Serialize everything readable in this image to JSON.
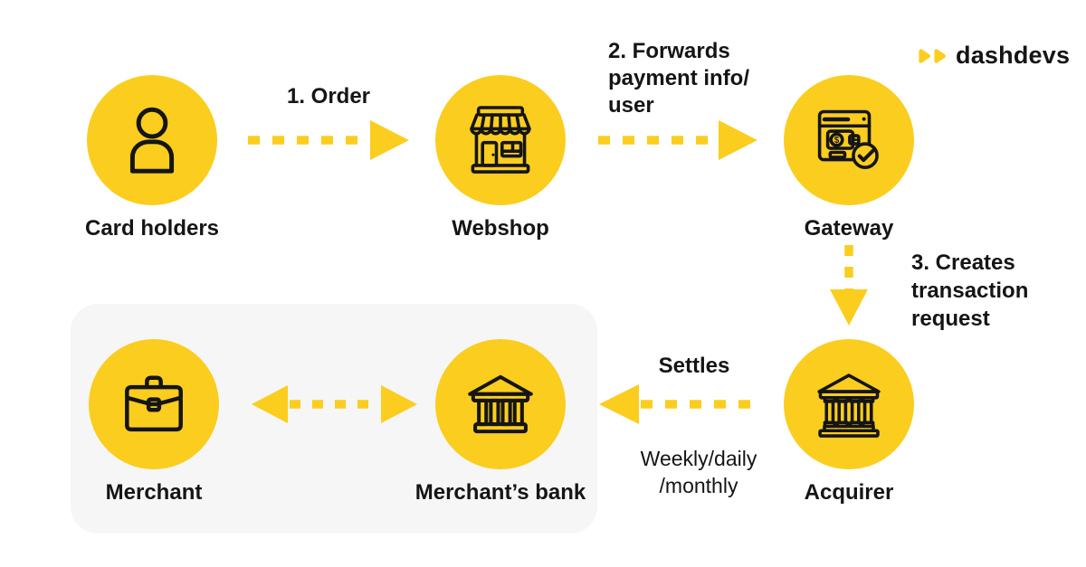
{
  "brand": {
    "name": "dashdevs"
  },
  "colors": {
    "accent_yellow": "#FBCD1E",
    "panel_gray": "#F6F6F6",
    "ink": "#151515",
    "background": "#FFFFFF"
  },
  "nodes": {
    "card_holders": {
      "label": "Card holders",
      "icon": "person-icon"
    },
    "webshop": {
      "label": "Webshop",
      "icon": "storefront-icon"
    },
    "gateway": {
      "label": "Gateway",
      "icon": "payment-gateway-icon",
      "currency_symbol": "$"
    },
    "merchant": {
      "label": "Merchant",
      "icon": "briefcase-icon"
    },
    "merchants_bank": {
      "label": "Merchant’s bank",
      "icon": "bank-icon"
    },
    "acquirer": {
      "label": "Acquirer",
      "icon": "bank-columns-icon"
    }
  },
  "flows": {
    "order": {
      "step": "1. Order"
    },
    "forwards_payment_info": {
      "lines": [
        "2. Forwards",
        "payment info/",
        "user"
      ]
    },
    "creates_transaction": {
      "lines": [
        "3. Creates",
        "transaction",
        "request"
      ]
    },
    "settles": {
      "label": "Settles",
      "frequency": [
        "Weekly/daily",
        "/monthly"
      ]
    }
  }
}
